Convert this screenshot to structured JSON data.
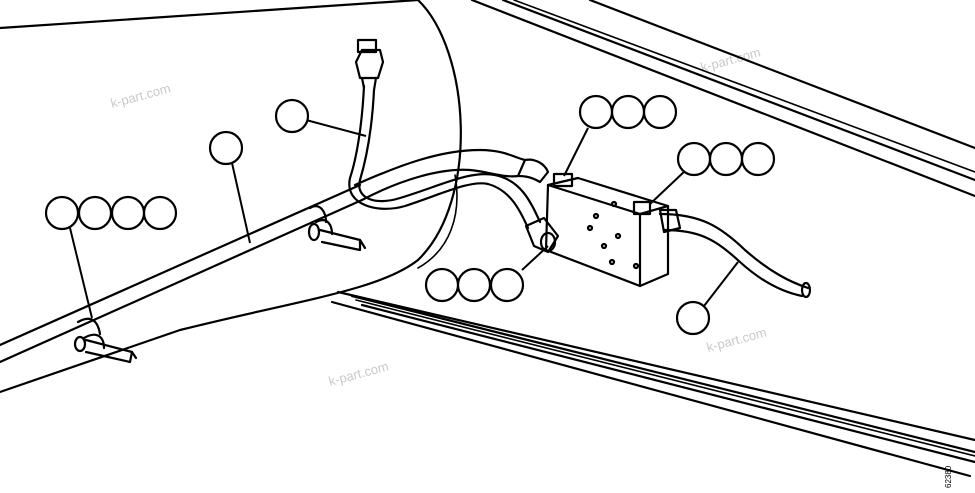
{
  "diagram": {
    "drawing_code": "62380",
    "watermark": "k-part.com",
    "callouts": [
      {
        "id": "c1",
        "label": ""
      },
      {
        "id": "c2",
        "label": ""
      },
      {
        "id": "c3",
        "label": ""
      },
      {
        "id": "c4",
        "label": ""
      },
      {
        "id": "c5",
        "label": ""
      },
      {
        "id": "c6",
        "label": ""
      },
      {
        "id": "c7",
        "label": ""
      },
      {
        "id": "c8",
        "label": ""
      },
      {
        "id": "c9",
        "label": ""
      },
      {
        "id": "c10",
        "label": ""
      },
      {
        "id": "c11",
        "label": ""
      },
      {
        "id": "c12",
        "label": ""
      },
      {
        "id": "c13",
        "label": ""
      },
      {
        "id": "c14",
        "label": ""
      },
      {
        "id": "c15",
        "label": ""
      },
      {
        "id": "c16",
        "label": ""
      },
      {
        "id": "c17",
        "label": ""
      },
      {
        "id": "c18",
        "label": ""
      }
    ]
  }
}
